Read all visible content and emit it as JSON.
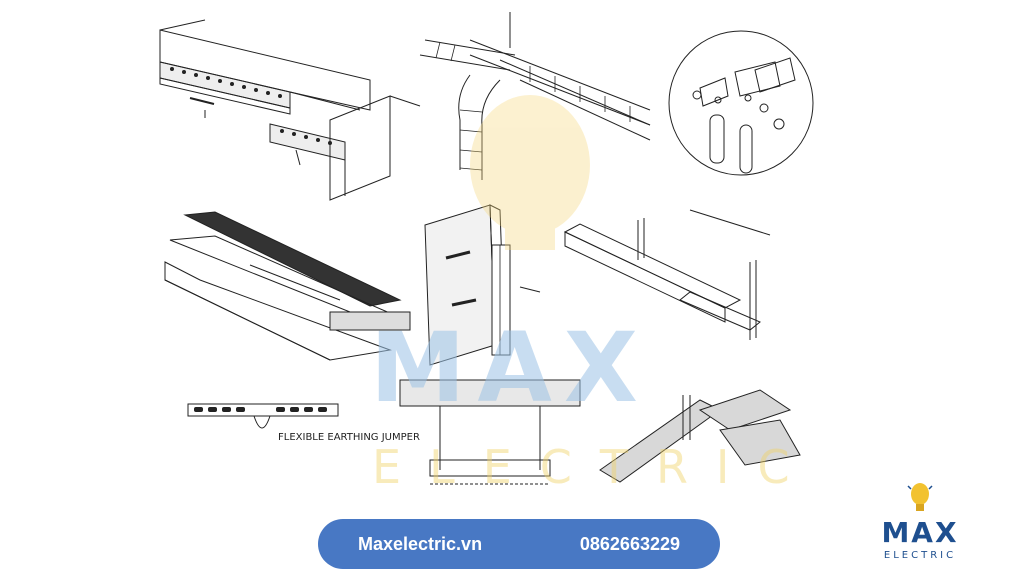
{
  "watermark": {
    "title": "MAX",
    "subtitle": "ELECTRIC"
  },
  "diagram_labels": {
    "earthing_jumper": "FLEXIBLE EARTHING JUMPER"
  },
  "footer": {
    "website": "Maxelectric.vn",
    "phone": "0862663229"
  },
  "logo": {
    "title": "MAX",
    "subtitle": "ELECTRIC"
  },
  "colors": {
    "pill": "#4878c4",
    "brand": "#1e4f8f",
    "bulb": "#f2c230",
    "watermark": "#9cc3e6"
  }
}
